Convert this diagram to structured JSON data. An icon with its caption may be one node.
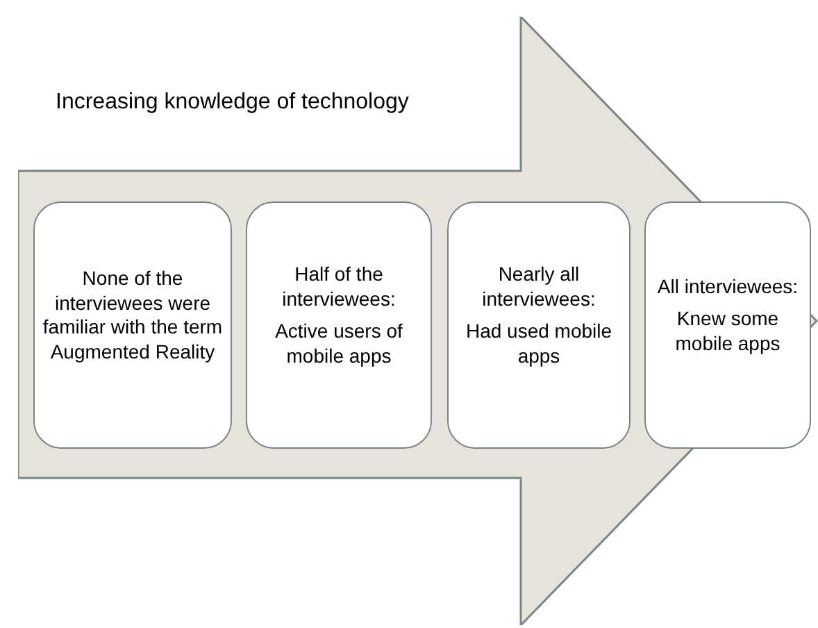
{
  "diagram": {
    "nodes": [
      {
        "text": [
          "Increasing knowledge of technology"
        ]
      },
      {
        "text": [
          "None of the interviewees were familiar with the term Augmented Reality"
        ],
        "in": 0
      },
      {
        "text": [
          "Half of the interviewees:",
          "Active users of mobile apps"
        ],
        "in": 0
      },
      {
        "text": [
          "Nearly all interviewees:",
          "Had used mobile apps"
        ],
        "in": 0
      },
      {
        "text": [
          "All interviewees:",
          "Knew some mobile apps"
        ],
        "in": 0
      }
    ]
  }
}
